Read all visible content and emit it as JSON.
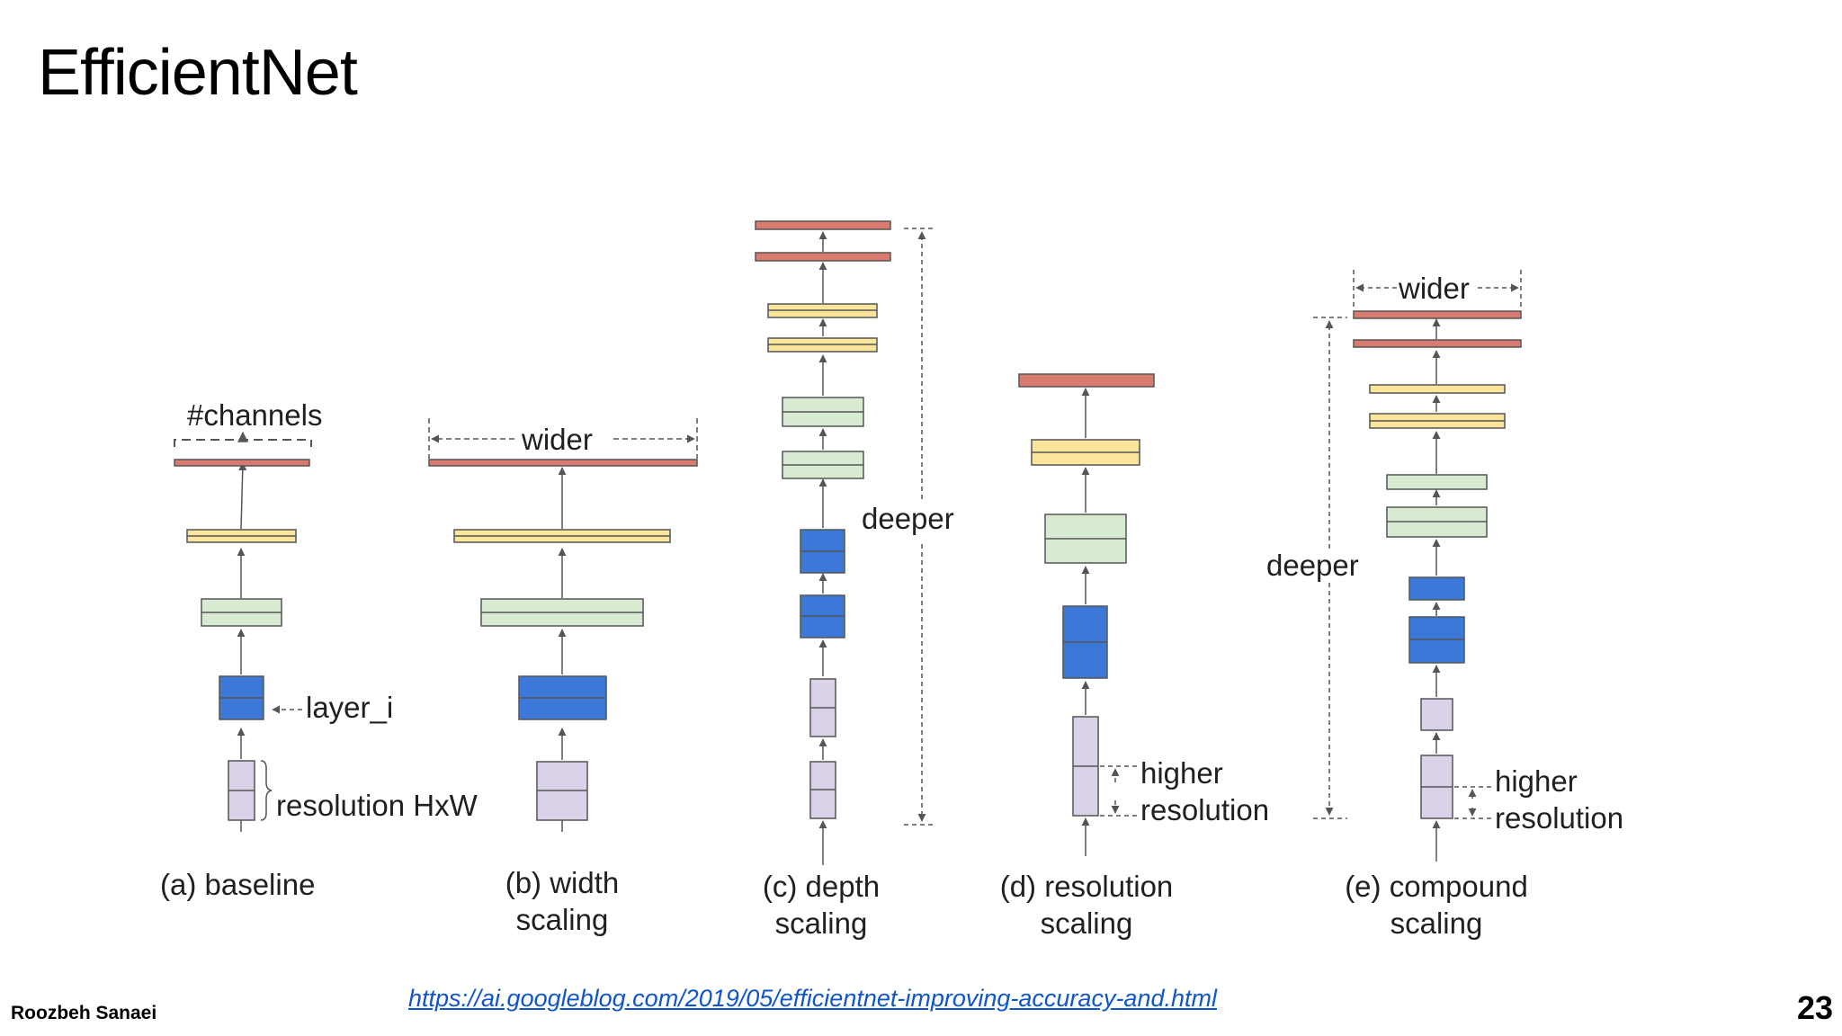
{
  "slide": {
    "title": "EfficientNet",
    "author": "Roozbeh Sanaei",
    "link": "https://ai.googleblog.com/2019/05/efficientnet-improving-accuracy-and.html",
    "page_number": "23"
  },
  "colors": {
    "red": "#d87a6e",
    "yellow": "#fbe59b",
    "green": "#d9ead3",
    "blue": "#3c78d8",
    "lavender": "#d9d2e9"
  },
  "diagram": {
    "baseline": {
      "caption": "(a) baseline",
      "channels_label": "#channels",
      "layer_label": "layer_i",
      "resolution_label": "resolution HxW"
    },
    "width": {
      "caption_1": "(b) width",
      "caption_2": "scaling",
      "wider_label": "wider"
    },
    "depth": {
      "caption_1": "(c) depth",
      "caption_2": "scaling",
      "deeper_label": "deeper"
    },
    "resolution": {
      "caption_1": "(d) resolution",
      "caption_2": "scaling",
      "higher_label": "higher",
      "resolution_label": "resolution"
    },
    "compound": {
      "caption_1": "(e) compound",
      "caption_2": "scaling",
      "wider_label": "wider",
      "deeper_label": "deeper",
      "higher_label": "higher",
      "resolution_label": "resolution"
    }
  }
}
